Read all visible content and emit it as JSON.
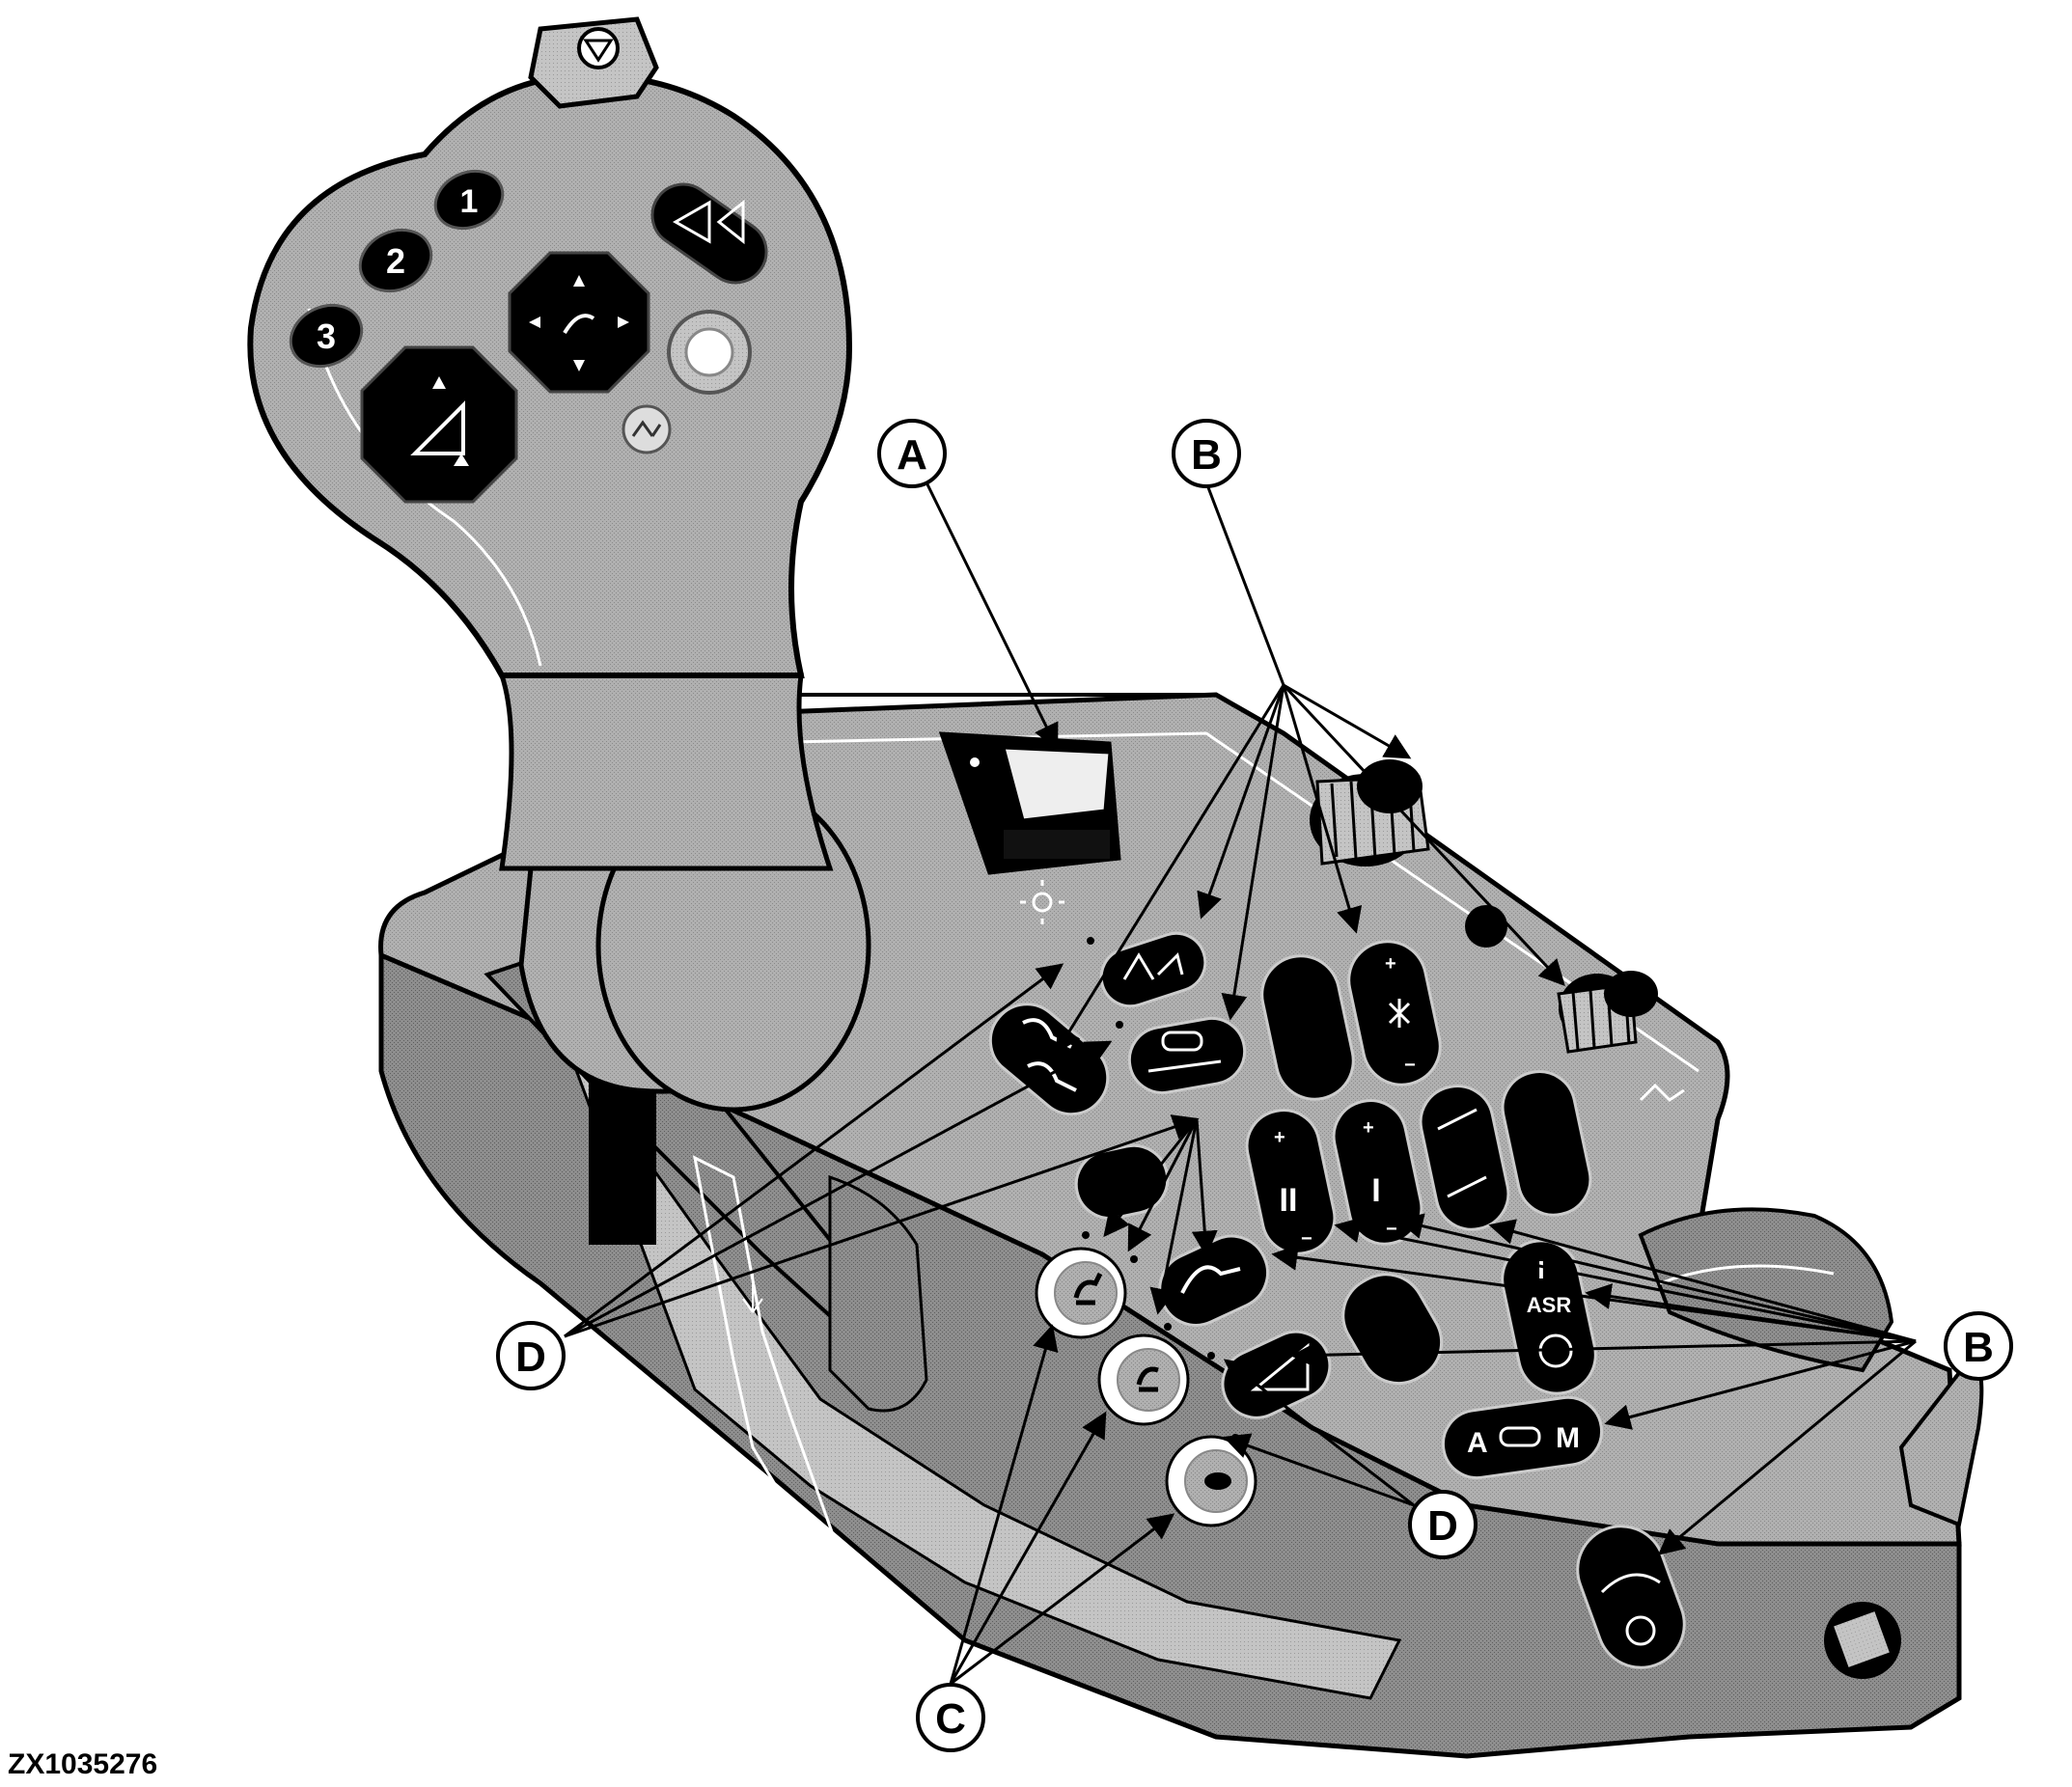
{
  "figure": {
    "id": "ZX1035276"
  },
  "callouts": {
    "a": "A",
    "b_top": "B",
    "b_right": "B",
    "c": "C",
    "d_left": "D",
    "d_right": "D"
  },
  "handle_buttons": {
    "one": "1",
    "two": "2",
    "three": "3"
  },
  "console_buttons": {
    "asr": "ASR",
    "asr_bar": "I",
    "range_two": "II",
    "range_one": "I",
    "mode_auto": "A",
    "mode_manual": "M",
    "plus": "+",
    "minus": "−"
  },
  "colors": {
    "body": "#a9a9a9",
    "panel": "#b8b8b8",
    "button": "#000000",
    "outline": "#000000",
    "callout_fill": "#ffffff"
  },
  "icons": [
    "arrow-up-down-icon",
    "hitch-icon",
    "ptc-icon",
    "differential-lock-icon",
    "rabbit-icon",
    "turtle-icon",
    "sun-icon",
    "wiper-icon"
  ]
}
